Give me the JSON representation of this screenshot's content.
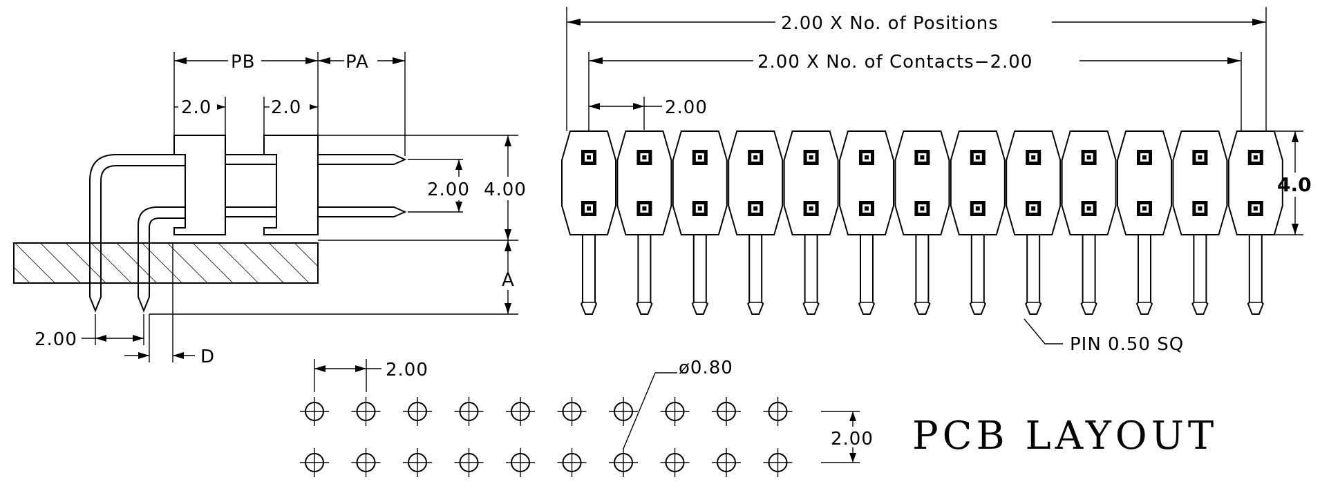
{
  "side_view": {
    "dim_pb": "PB",
    "dim_pa": "PA",
    "dim_20_left": "2.0",
    "dim_20_right": "2.0",
    "dim_200_row": "2.00",
    "dim_400_height": "4.00",
    "dim_a": "A",
    "dim_200_bottom": "2.00",
    "dim_d": "D"
  },
  "front_view": {
    "dim_positions": "2.00 X No. of Positions",
    "dim_contacts": "2.00 X No. of Contacts−2.00",
    "dim_pitch": "2.00",
    "dim_height": "4.0",
    "pin_note": "PIN 0.50 SQ",
    "housing_count": 13
  },
  "pcb_layout": {
    "title": "PCB LAYOUT",
    "dim_pitch": "2.00",
    "dim_row": "2.00",
    "dim_hole": "ø0.80",
    "columns": 10,
    "rows": 2
  }
}
